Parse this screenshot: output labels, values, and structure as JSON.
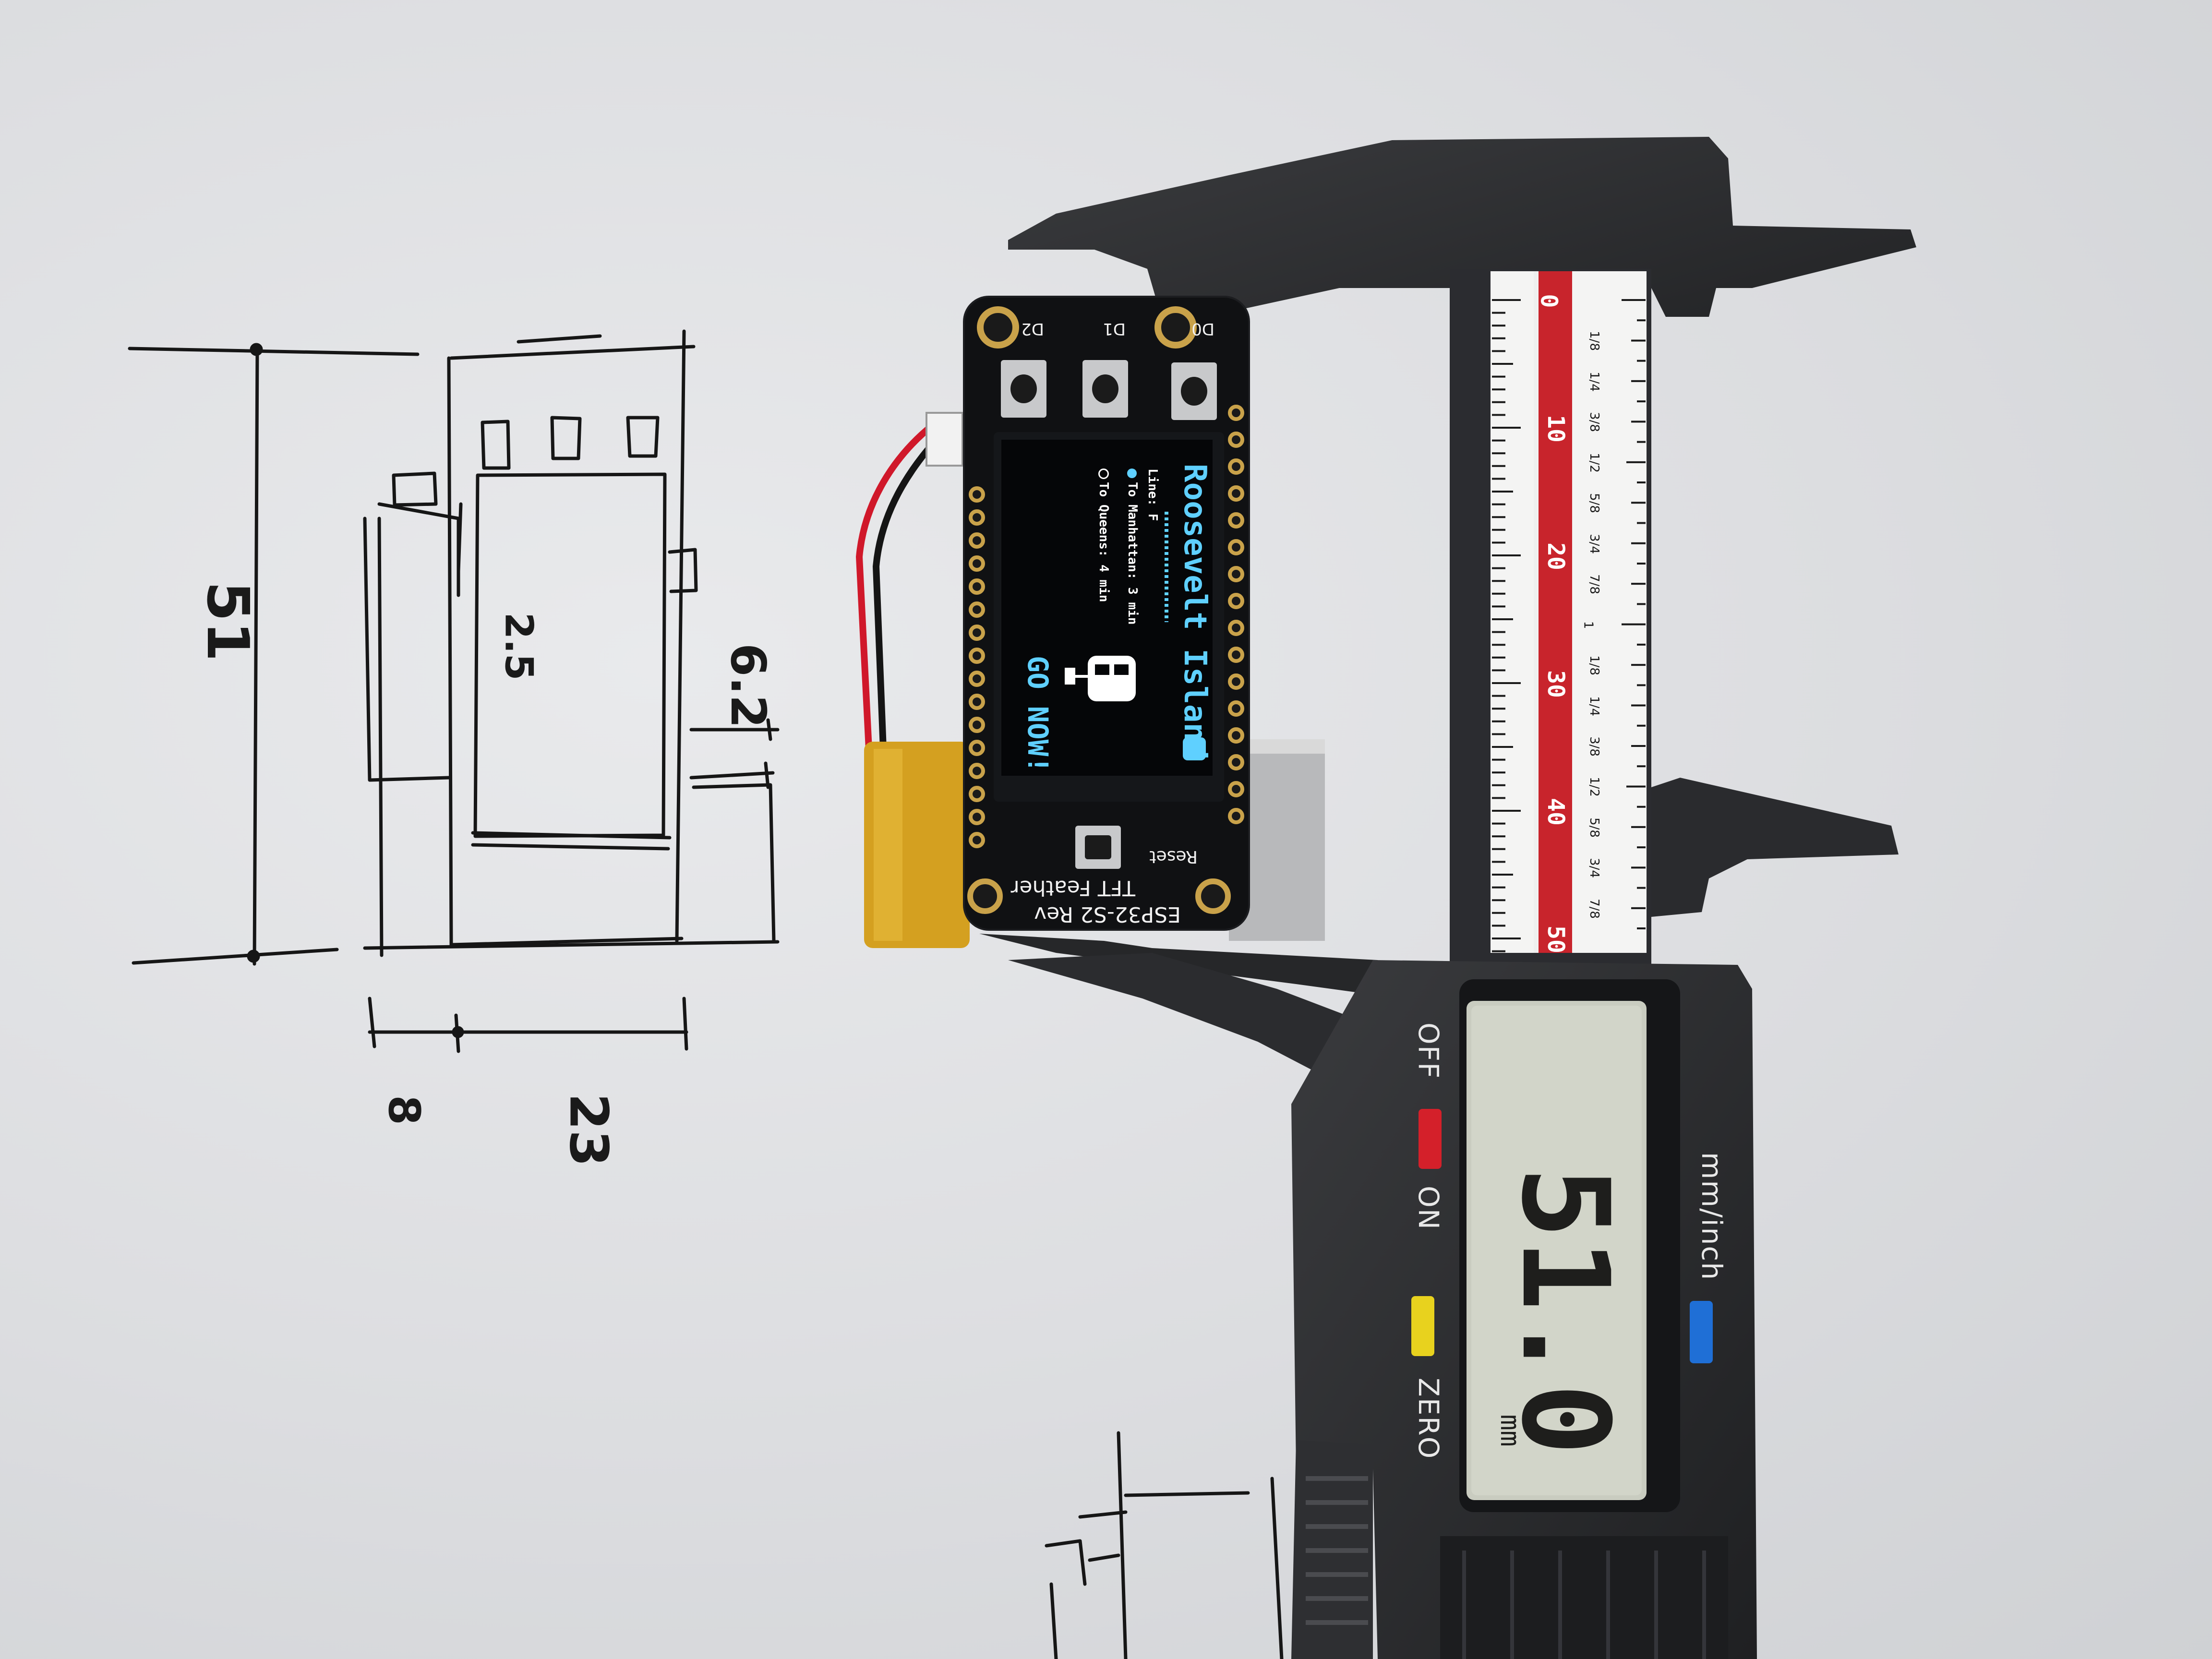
{
  "sketch": {
    "dim_height": "51",
    "dim_component": "2.5",
    "dim_side": "6.2",
    "dim_width_a": "8",
    "dim_width_b": "23"
  },
  "board": {
    "button_labels": [
      "D2",
      "D1",
      "D0"
    ],
    "silk_reset": "Reset",
    "silk_name_1": "TFT Feather",
    "silk_name_2": "ESP32-S2 Rev"
  },
  "display": {
    "station": "Roosevelt Island",
    "line": "Line: F",
    "manhattan": "To Manhattan: 3 min",
    "queens": "To Queens: 4 min",
    "cta": "GO NOW!",
    "colors": {
      "accent": "#5fd0ff",
      "text": "#ffffff",
      "bg": "#050608"
    }
  },
  "caliper": {
    "ruler_mm": [
      "0",
      "10",
      "20",
      "30",
      "40",
      "50"
    ],
    "ruler_inch": [
      "1/8",
      "1/4",
      "3/8",
      "1/2",
      "5/8",
      "3/4",
      "7/8",
      "1",
      "1/8",
      "1/4",
      "3/8",
      "1/2",
      "5/8",
      "3/4",
      "7/8"
    ],
    "btn_off": "OFF",
    "btn_on": "ON",
    "btn_zero": "ZERO",
    "btn_unit": "mm/inch",
    "reading": "51.0",
    "unit": "mm",
    "colors": {
      "off": "#d4202a",
      "zero": "#e8d21e",
      "unit": "#1f6fd6",
      "scale_red": "#c8242c"
    }
  }
}
